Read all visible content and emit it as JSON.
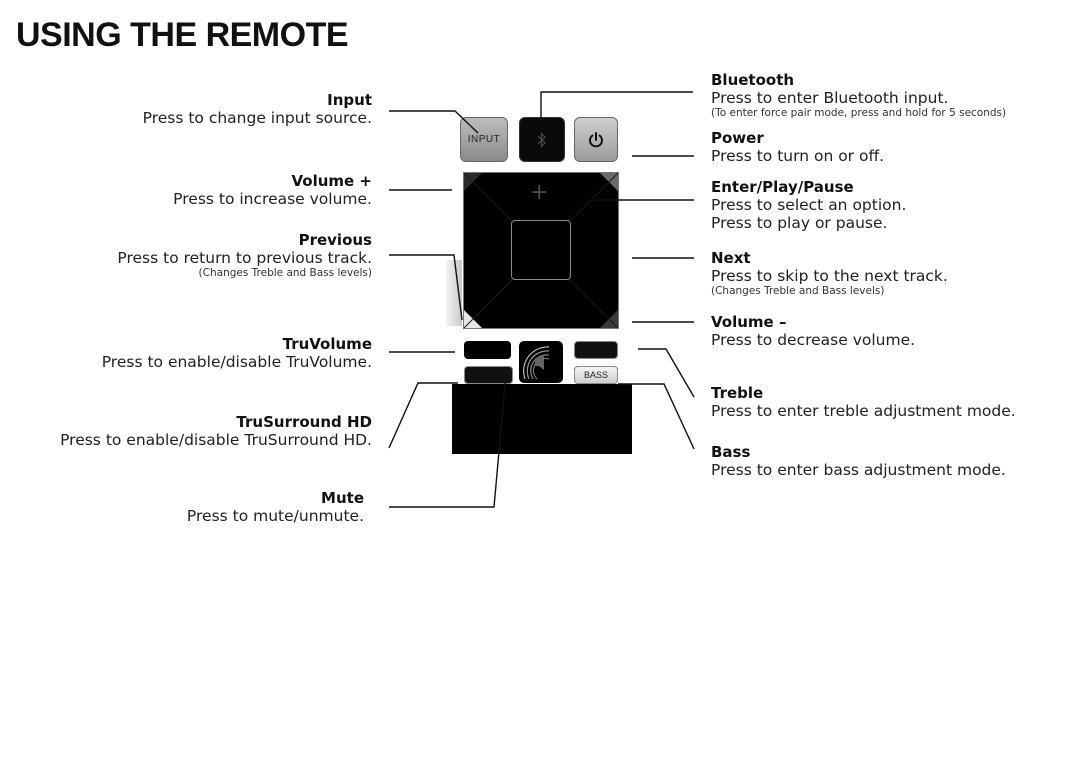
{
  "page": {
    "title": "USING THE REMOTE"
  },
  "left": {
    "input": {
      "head": "Input",
      "desc": "Press to change input source."
    },
    "volume_up": {
      "head": "Volume +",
      "desc": "Press to increase volume."
    },
    "previous": {
      "head": "Previous",
      "desc": "Press to return to previous track.",
      "note": "(Changes Treble and Bass levels)"
    },
    "truvolume": {
      "head": "TruVolume",
      "desc": "Press to enable/disable TruVolume."
    },
    "trusurround": {
      "head": "TruSurround HD",
      "desc": "Press to enable/disable TruSurround HD."
    },
    "mute": {
      "head": "Mute",
      "desc": "Press to mute/unmute."
    }
  },
  "right": {
    "bluetooth": {
      "head": "Bluetooth",
      "desc": "Press to enter Bluetooth input.",
      "note": "(To enter force pair mode, press and hold for 5 seconds)"
    },
    "power": {
      "head": "Power",
      "desc": "Press to turn on or off."
    },
    "enter": {
      "head": "Enter/Play/Pause",
      "desc1": "Press to select an option.",
      "desc2": "Press to play or pause."
    },
    "next": {
      "head": "Next",
      "desc": "Press to skip to the next track.",
      "note": "(Changes Treble and Bass levels)"
    },
    "volume_down": {
      "head": "Volume –",
      "desc": "Press to decrease volume."
    },
    "treble": {
      "head": "Treble",
      "desc": "Press to enter treble adjustment mode."
    },
    "bass": {
      "head": "Bass",
      "desc": "Press to enter bass adjustment mode."
    }
  },
  "remote": {
    "input_label": "INPUT",
    "bass_label": "BASS",
    "plus_glyph": "+",
    "icons": [
      "bluetooth-icon",
      "power-icon",
      "mute-speaker-icon"
    ]
  }
}
